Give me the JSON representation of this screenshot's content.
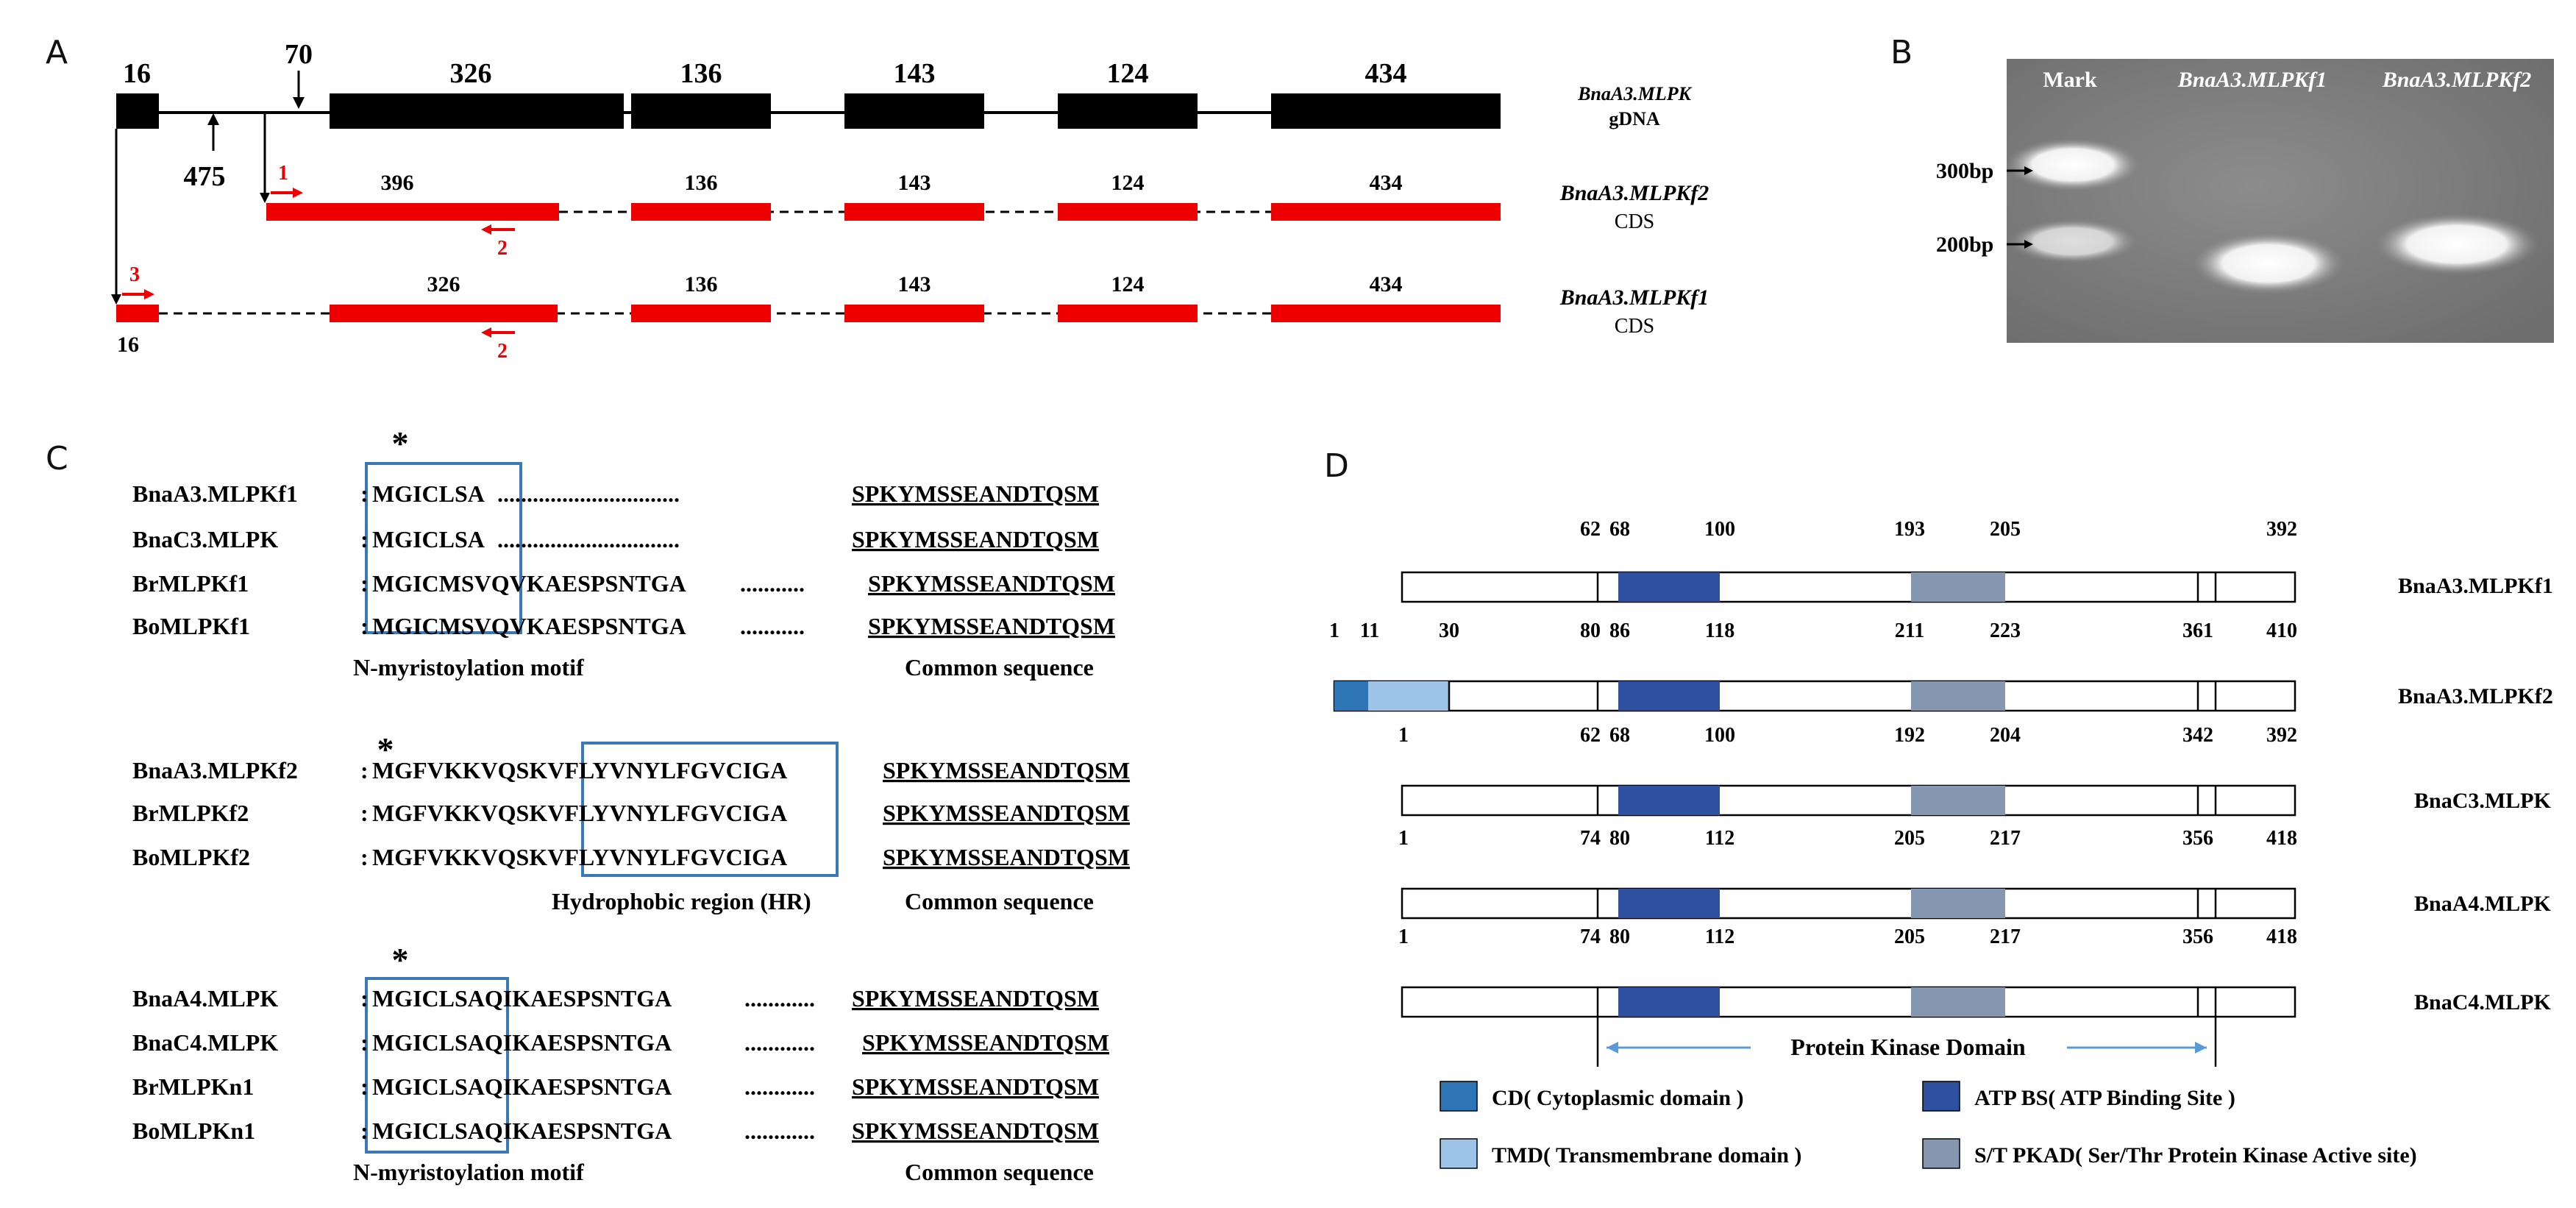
{
  "panels": {
    "A": {
      "letter": "A",
      "gdna": {
        "exons": [
          "16",
          "70",
          "326",
          "136",
          "143",
          "124",
          "434"
        ],
        "intron_label": "475",
        "name": "BnaA3.MLPK",
        "type": "gDNA"
      },
      "f2": {
        "exons": [
          "396",
          "136",
          "143",
          "124",
          "434"
        ],
        "name": "BnaA3.MLPKf2",
        "type": "CDS",
        "primer1": "1",
        "primer2": "2"
      },
      "f1": {
        "exons": [
          "16",
          "326",
          "136",
          "143",
          "124",
          "434"
        ],
        "name": "BnaA3.MLPKf1",
        "type": "CDS",
        "primer3": "3",
        "primer2": "2"
      }
    },
    "B": {
      "letter": "B",
      "lanes": [
        "Mark",
        "BnaA3.MLPKf1",
        "BnaA3.MLPKf2"
      ],
      "markers": [
        "300bp",
        "200bp"
      ]
    },
    "C": {
      "letter": "C",
      "asterisk": "*",
      "group1": {
        "rows": [
          {
            "name": "BnaA3.MLPKf1",
            "colon": ":",
            "seq": "MGICLSA",
            "dots": "...............................",
            "common": "SPKYMSSEANDTQSM"
          },
          {
            "name": "BnaC3.MLPK",
            "colon": ":",
            "seq": "MGICLSA",
            "dots": "...............................",
            "common": "SPKYMSSEANDTQSM"
          },
          {
            "name": "BrMLPKf1",
            "colon": ":",
            "seq": "MGICMSVQVKAESPSNTGA",
            "dots": "...........",
            "common": "SPKYMSSEANDTQSM"
          },
          {
            "name": "BoMLPKf1",
            "colon": ":",
            "seq": "MGICMSVQVKAESPSNTGA",
            "dots": "...........",
            "common": "SPKYMSSEANDTQSM"
          }
        ],
        "motif_label": "N-myristoylation motif",
        "common_label": "Common sequence"
      },
      "group2": {
        "rows": [
          {
            "name": "BnaA3.MLPKf2",
            "colon": ":",
            "seq": "MGFVKKVQSKVFLYVNYLFGVCIGA",
            "common": "SPKYMSSEANDTQSM"
          },
          {
            "name": "BrMLPKf2",
            "colon": ":",
            "seq": "MGFVKKVQSKVFLYVNYLFGVCIGA",
            "common": "SPKYMSSEANDTQSM"
          },
          {
            "name": "BoMLPKf2",
            "colon": ":",
            "seq": "MGFVKKVQSKVFLYVNYLFGVCIGA",
            "common": "SPKYMSSEANDTQSM"
          }
        ],
        "motif_label": "Hydrophobic region (HR)",
        "common_label": "Common sequence"
      },
      "group3": {
        "rows": [
          {
            "name": "BnaA4.MLPK",
            "colon": ":",
            "seq": "MGICLSAQIKAESPSNTGA",
            "dots": "............",
            "common": "SPKYMSSEANDTQSM"
          },
          {
            "name": "BnaC4.MLPK",
            "colon": ":",
            "seq": "MGICLSAQIKAESPSNTGA",
            "dots": "............",
            "common": "SPKYMSSEANDTQSM"
          },
          {
            "name": "BrMLPKn1",
            "colon": ":",
            "seq": "MGICLSAQIKAESPSNTGA",
            "dots": "............",
            "common": "SPKYMSSEANDTQSM"
          },
          {
            "name": "BoMLPKn1",
            "colon": ":",
            "seq": "MGICLSAQIKAESPSNTGA",
            "dots": "............",
            "common": "SPKYMSSEANDTQSM"
          }
        ],
        "motif_label": "N-myristoylation motif",
        "common_label": "Common sequence"
      }
    },
    "D": {
      "letter": "D",
      "proteins": [
        {
          "name": "BnaA3.MLPKf1",
          "ticks": [
            "62",
            "68",
            "100",
            "193",
            "205",
            "392"
          ]
        },
        {
          "name": "BnaA3.MLPKf2",
          "ticks": [
            "1",
            "11",
            "30",
            "80",
            "86",
            "118",
            "211",
            "223",
            "361",
            "410"
          ]
        },
        {
          "name": "BnaC3.MLPK",
          "ticks": [
            "1",
            "62",
            "68",
            "100",
            "192",
            "204",
            "342",
            "392"
          ]
        },
        {
          "name": "BnaA4.MLPK",
          "ticks": [
            "1",
            "74",
            "80",
            "112",
            "205",
            "217",
            "356",
            "418"
          ]
        },
        {
          "name": "BnaC4.MLPK",
          "ticks": [
            "1",
            "74",
            "80",
            "112",
            "205",
            "217",
            "356",
            "418"
          ]
        }
      ],
      "kinase_domain_label": "Protein Kinase Domain",
      "legend": [
        {
          "label": "CD( Cytoplasmic domain )",
          "color": "#2e75b6"
        },
        {
          "label": "ATP BS( ATP Binding Site )",
          "color": "#2f4f9f"
        },
        {
          "label": "TMD( Transmembrane domain )",
          "color": "#9dc3e6"
        },
        {
          "label": "S/T PKAD( Ser/Thr Protein Kinase Active site)",
          "color": "#8496b0"
        }
      ]
    }
  },
  "colors": {
    "exon_black": "#000000",
    "cds_red": "#ee0000",
    "box_blue": "#3a78b8",
    "kinase_arrow": "#5b9bd5"
  }
}
